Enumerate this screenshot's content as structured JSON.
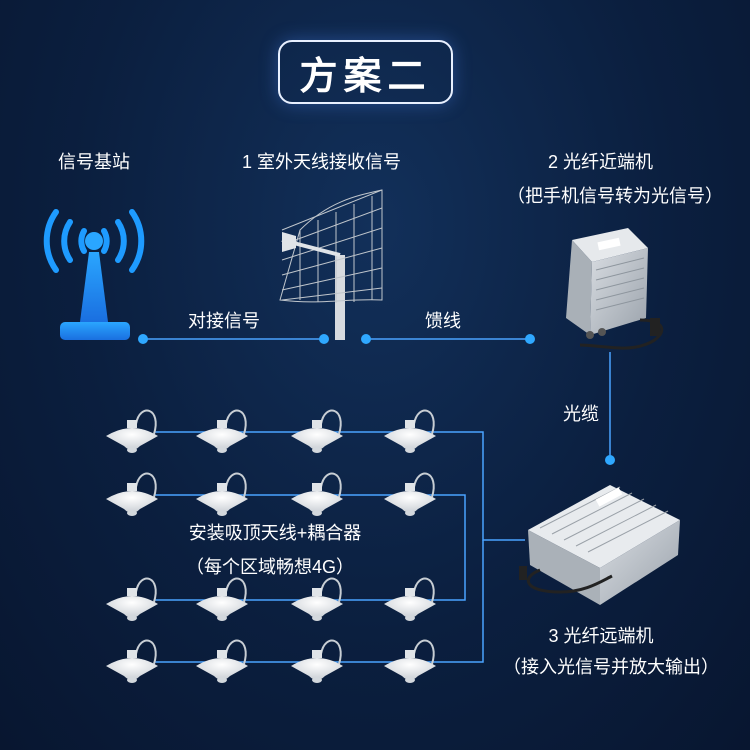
{
  "title": "方案二",
  "nodes": {
    "base_station": {
      "label": "信号基站"
    },
    "outdoor_antenna": {
      "label": "1 室外天线接收信号"
    },
    "near_end": {
      "label": "2 光纤近端机",
      "sublabel": "（把手机信号转为光信号）"
    },
    "far_end": {
      "label": "3 光纤远端机",
      "sublabel": "（接入光信号并放大输出）"
    },
    "ceiling_antennas": {
      "label": "安装吸顶天线+耦合器",
      "sublabel": "（每个区域畅想4G）"
    }
  },
  "links": {
    "base_to_antenna": "对接信号",
    "antenna_to_near": "馈线",
    "near_to_far": "光缆"
  },
  "colors": {
    "accent": "#1e90ff",
    "line": "#4aa3ff",
    "dot": "#2fa8ff"
  }
}
